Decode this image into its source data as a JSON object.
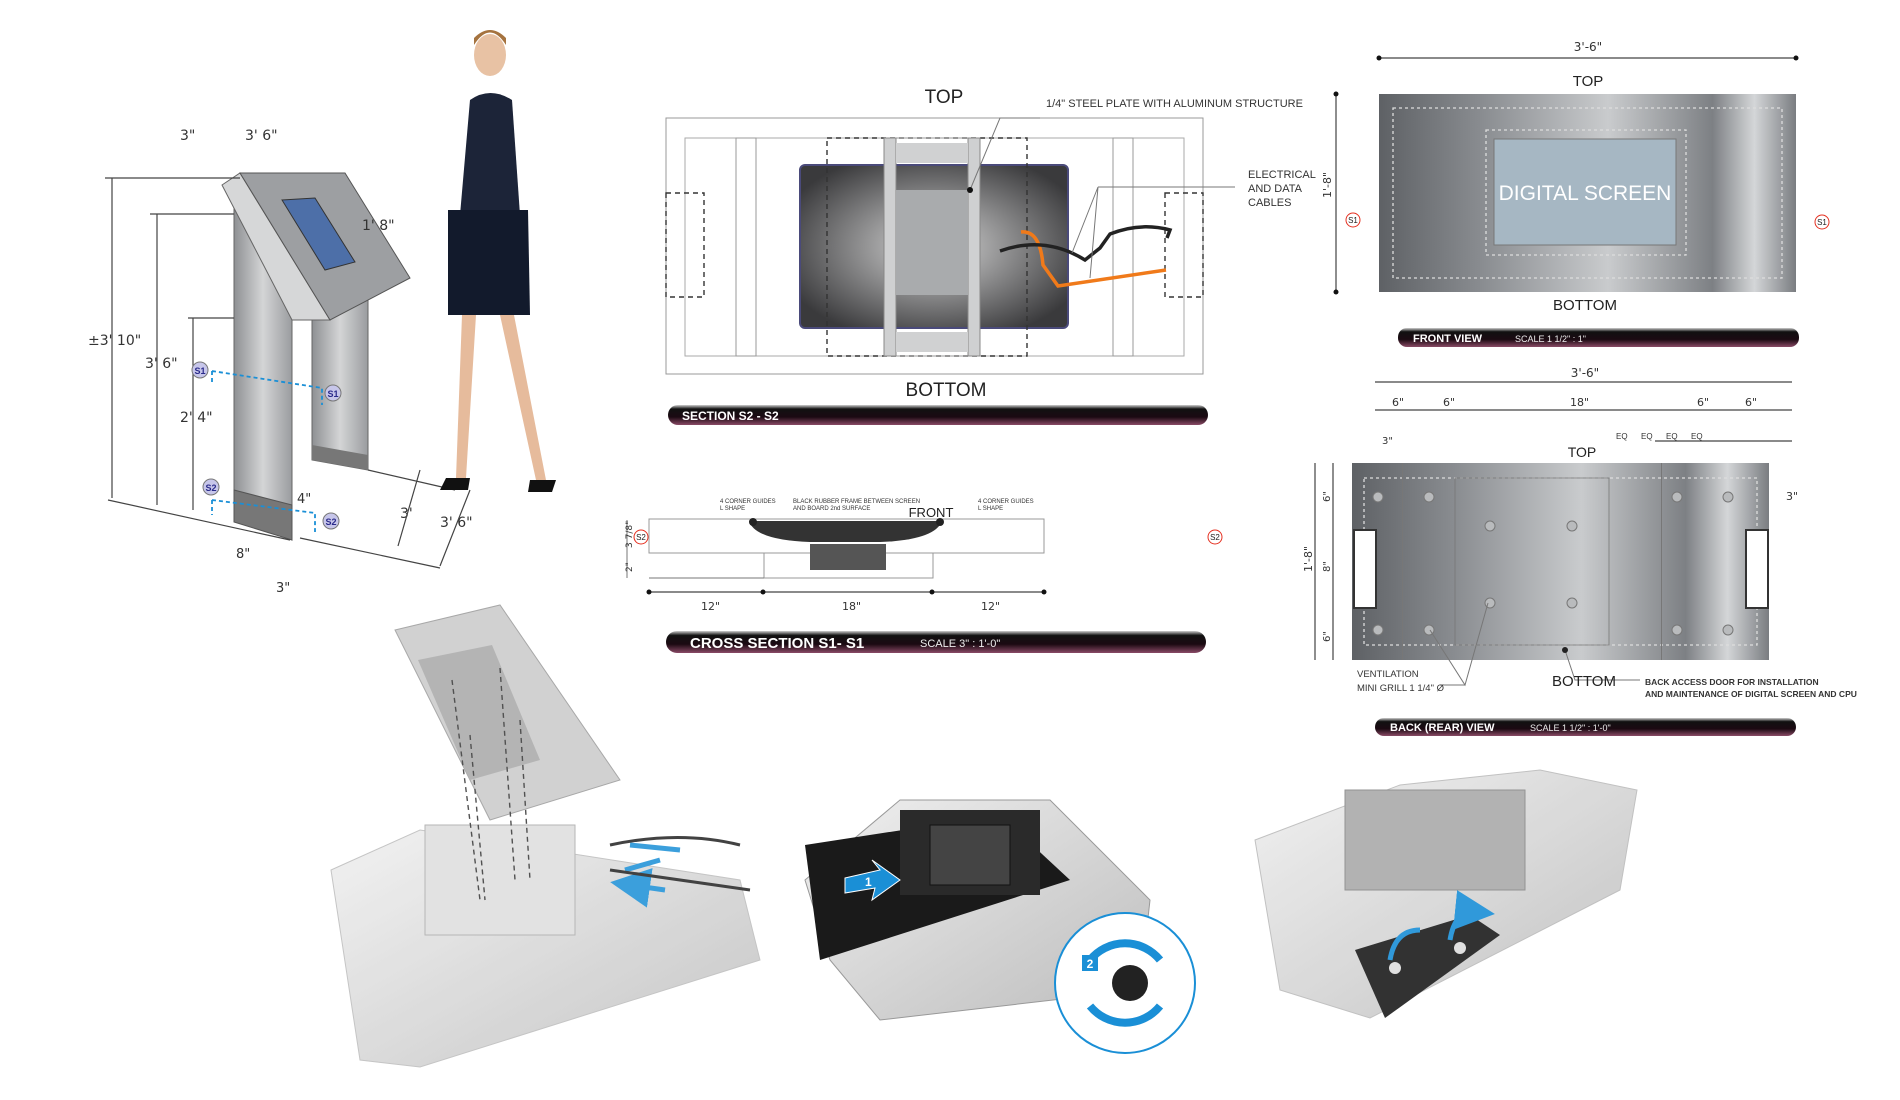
{
  "kiosk_3d": {
    "dims": {
      "depth_top": "3\"",
      "width_top": "3' 6\"",
      "screen_side": "1' 8\"",
      "total_height": "±3' 10\"",
      "column_height": "3' 6\"",
      "section_height": "2' 4\"",
      "base_band": "4\"",
      "column_width": "8\"",
      "column_depth": "3\"",
      "base_span": "3'",
      "base_total": "3' 6\""
    },
    "markers": {
      "s1": "S1",
      "s2": "S2"
    }
  },
  "section_s2": {
    "top_label": "TOP",
    "bottom_label": "BOTTOM",
    "note_plate": "1/4\" STEEL PLATE WITH ALUMINUM STRUCTURE",
    "note_cables": [
      "ELECTRICAL",
      "AND DATA",
      "CABLES"
    ],
    "title": "SECTION S2 - S2"
  },
  "cross_section": {
    "front_label": "FRONT",
    "note_guides_left": [
      "4 CORNER GUIDES",
      "L SHAPE"
    ],
    "note_frame": [
      "BLACK RUBBER FRAME BETWEEN SCREEN",
      "AND BOARD 2nd SURFACE"
    ],
    "note_guides_right": [
      "4 CORNER GUIDES",
      "L SHAPE"
    ],
    "dim_height": "3 7/8\"",
    "dim_lower": "2\"",
    "dims_bottom": [
      "12\"",
      "18\"",
      "12\""
    ],
    "marker": "S2",
    "title": "CROSS SECTION S1- S1",
    "scale": "SCALE  3\" : 1'-0\""
  },
  "front_view": {
    "width": "3'-6\"",
    "height": "1'-8\"",
    "top_label": "TOP",
    "bottom_label": "BOTTOM",
    "screen_label": "DIGITAL SCREEN",
    "marker": "S1",
    "title": "FRONT VIEW",
    "scale": "SCALE  1 1/2\" : 1\""
  },
  "rear_view": {
    "width": "3'-6\"",
    "segments": [
      "6\"",
      "6\"",
      "18\"",
      "6\"",
      "6\""
    ],
    "eq": [
      "EQ",
      "EQ",
      "EQ",
      "EQ"
    ],
    "offset_left": "3\"",
    "offset_right": "3\"",
    "height": "1'-8\"",
    "vert_segments": [
      "6\"",
      "8\"",
      "6\""
    ],
    "top_label": "TOP",
    "bottom_label": "BOTTOM",
    "note_vent": [
      "VENTILATION",
      "MINI GRILL 1 1/4\" Ø"
    ],
    "note_door": [
      "BACK ACCESS DOOR FOR INSTALLATION",
      "AND MAINTENANCE OF DIGITAL SCREEN AND CPU"
    ],
    "title": "BACK (REAR) VIEW",
    "scale": "SCALE  1 1/2\" : 1'-0\""
  },
  "install_steps": {
    "step1": "1",
    "step2": "2"
  },
  "colors": {
    "accent_blue": "#1a8fd6",
    "cable_orange": "#f07a1a",
    "title_bar": "#2a0f1c",
    "marker_red": "#e53020",
    "screen": "#a6b7c3"
  }
}
